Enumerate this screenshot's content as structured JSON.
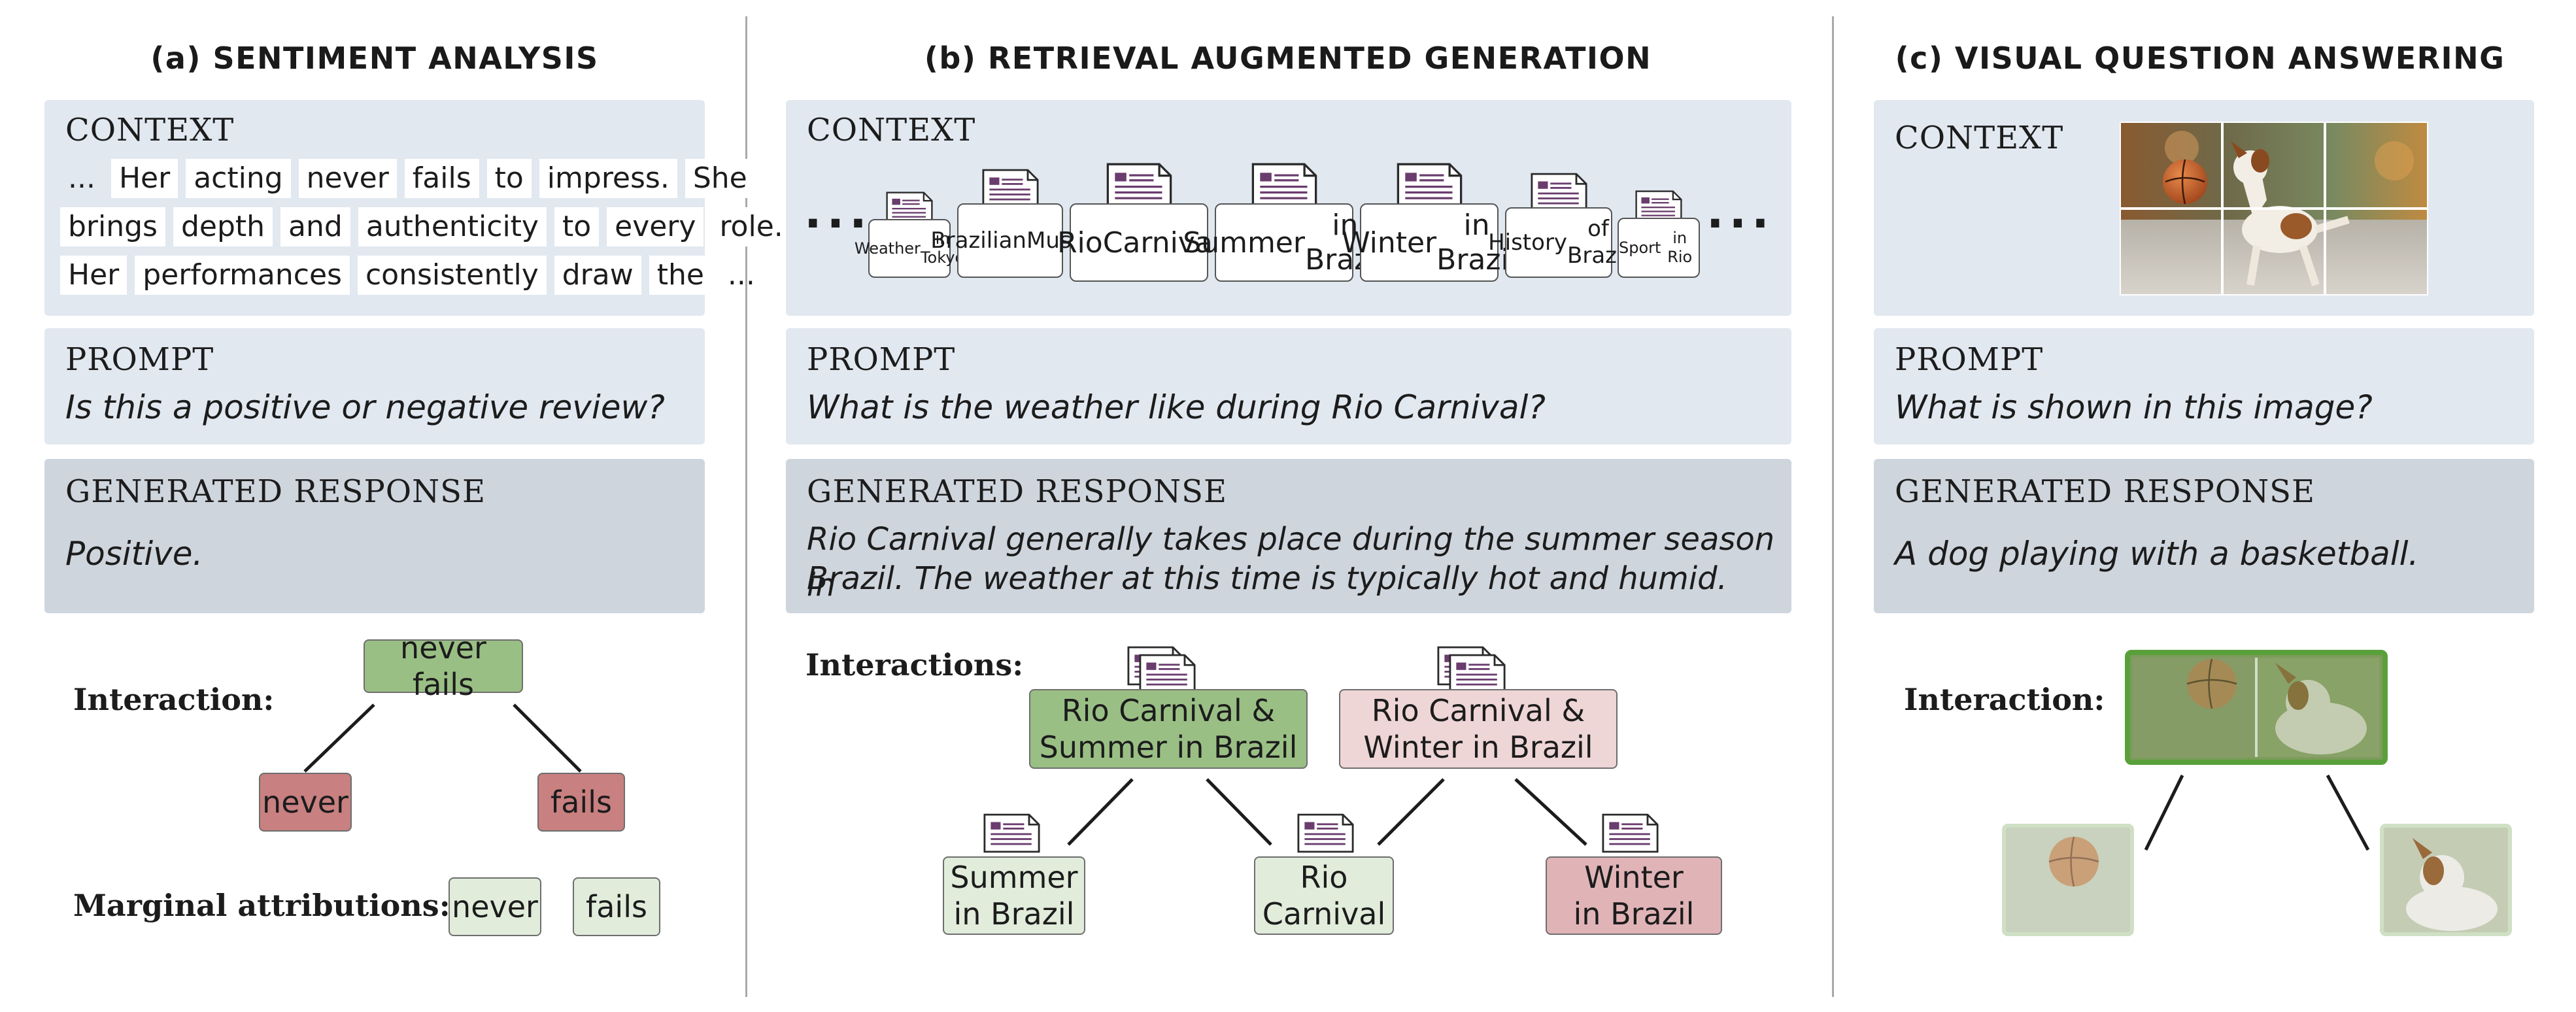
{
  "panels": {
    "a": {
      "title": "(a) SENTIMENT ANALYSIS",
      "context_header": "CONTEXT",
      "context_words": [
        [
          "...",
          "Her",
          "acting",
          "never",
          "fails",
          "to",
          "impress.",
          "She"
        ],
        [
          "brings",
          "depth",
          "and",
          "authenticity",
          "to",
          "every",
          "role."
        ],
        [
          "Her",
          "performances",
          "consistently",
          "draw",
          "the",
          "..."
        ]
      ],
      "prompt_header": "PROMPT",
      "prompt": "Is this a positive or negative review?",
      "response_header": "GENERATED RESPONSE",
      "response": "Positive.",
      "interaction_label": "Interaction:",
      "interaction_node": "never fails",
      "child_left": "never",
      "child_right": "fails",
      "marginal_label": "Marginal attributions:",
      "marginal_1": "never",
      "marginal_2": "fails"
    },
    "b": {
      "title": "(b) RETRIEVAL AUGMENTED GENERATION",
      "context_header": "CONTEXT",
      "ellipsis": "...",
      "documents": [
        {
          "line1": "Weather",
          "line2": "in Tokyo"
        },
        {
          "line1": "Brazilian",
          "line2": "Music"
        },
        {
          "line1": "Rio",
          "line2": "Carnival"
        },
        {
          "line1": "Summer",
          "line2": "in Brazil"
        },
        {
          "line1": "Winter",
          "line2": "in Brazil"
        },
        {
          "line1": "History",
          "line2": "of Brazil"
        },
        {
          "line1": "Sport",
          "line2": "in Rio"
        }
      ],
      "prompt_header": "PROMPT",
      "prompt": "What is the weather like during Rio Carnival?",
      "response_header": "GENERATED RESPONSE",
      "response_line1": "Rio Carnival generally takes place during the summer season in",
      "response_line2": "Brazil.  The weather at this time is typically hot and humid.",
      "interactions_label": "Interactions:",
      "pair_1": {
        "line1": "Rio Carnival &",
        "line2": "Summer in Brazil"
      },
      "pair_2": {
        "line1": "Rio Carnival &",
        "line2": "Winter in Brazil"
      },
      "leaf_1": {
        "line1": "Summer",
        "line2": "in Brazil"
      },
      "leaf_2": {
        "line1": "Rio",
        "line2": "Carnival"
      },
      "leaf_3": {
        "line1": "Winter",
        "line2": "in Brazil"
      }
    },
    "c": {
      "title": "(c) VISUAL QUESTION ANSWERING",
      "context_header": "CONTEXT",
      "prompt_header": "PROMPT",
      "prompt": "What is shown in this image?",
      "response_header": "GENERATED RESPONSE",
      "response": "A dog playing with a basketball.",
      "interaction_label": "Interaction:"
    }
  },
  "colors": {
    "context_bg": "#e1e8f0",
    "response_bg": "#cfd5dd",
    "positive_dark": "#9abf85",
    "positive_light": "#e1ecdb",
    "negative_dark": "#c98080",
    "negative_light": "#eed5d6",
    "doc_icon_lines": "#6a3d6e"
  }
}
